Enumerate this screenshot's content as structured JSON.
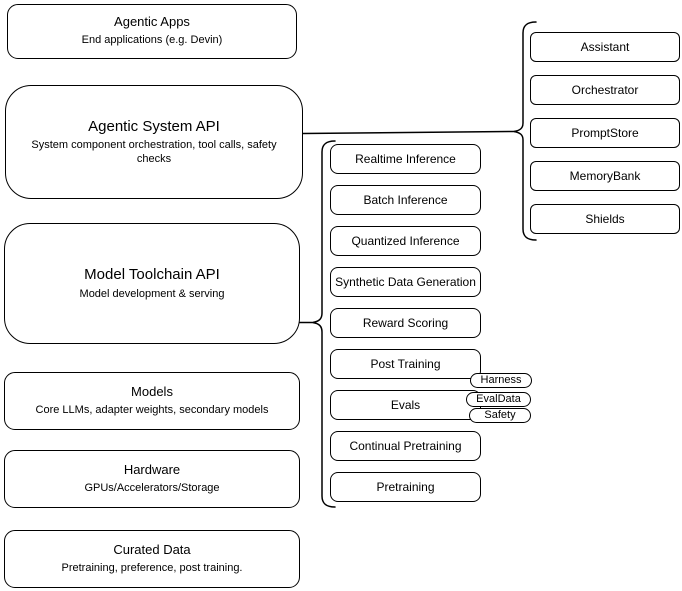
{
  "colors": {
    "stroke": "#000000",
    "background": "#ffffff"
  },
  "left_stack": [
    {
      "title": "Agentic Apps",
      "subtitle": "End applications (e.g. Devin)"
    },
    {
      "title": "Agentic System API",
      "subtitle": "System component orchestration, tool calls, safety checks"
    },
    {
      "title": "Model Toolchain API",
      "subtitle": "Model development & serving"
    },
    {
      "title": "Models",
      "subtitle": "Core LLMs, adapter weights, secondary models"
    },
    {
      "title": "Hardware",
      "subtitle": "GPUs/Accelerators/Storage"
    },
    {
      "title": "Curated Data",
      "subtitle": "Pretraining, preference, post training."
    }
  ],
  "toolchain_services": [
    "Realtime Inference",
    "Batch Inference",
    "Quantized Inference",
    "Synthetic Data Generation",
    "Reward Scoring",
    "Post Training",
    "Evals",
    "Continual Pretraining",
    "Pretraining"
  ],
  "eval_addons": [
    "Harness",
    "EvalData",
    "Safety"
  ],
  "system_components": [
    "Assistant",
    "Orchestrator",
    "PromptStore",
    "MemoryBank",
    "Shields"
  ]
}
